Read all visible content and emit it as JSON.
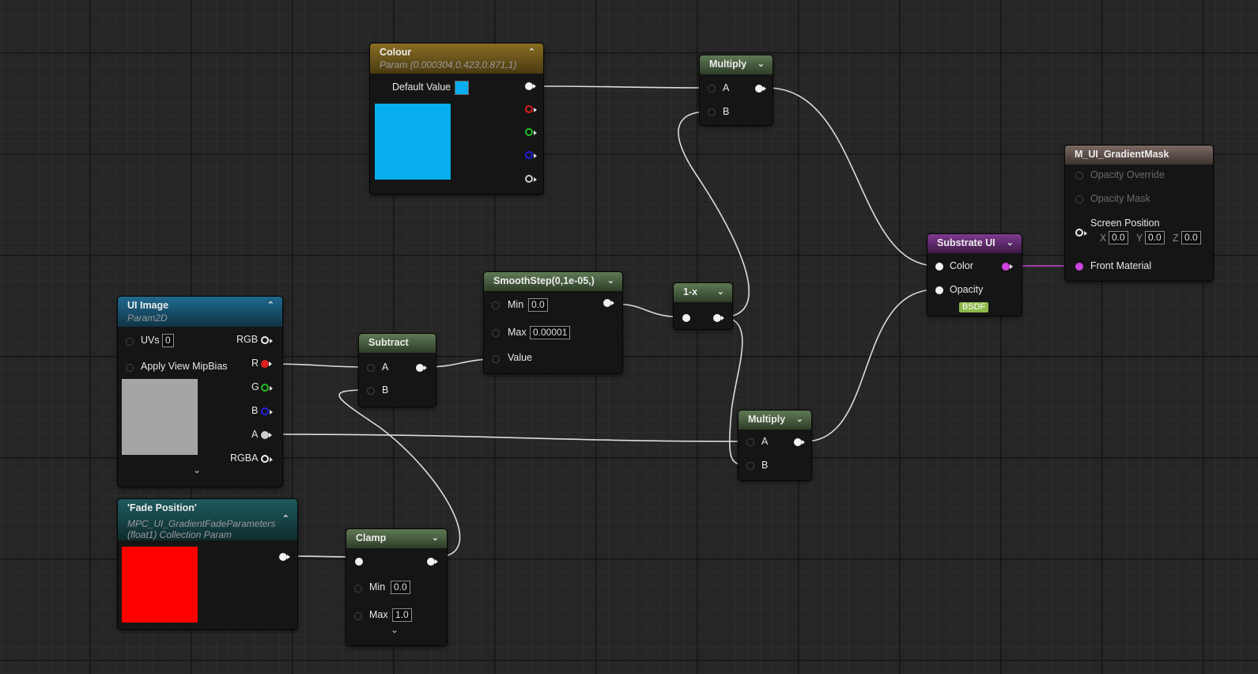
{
  "colors": {
    "colour_param": "#08AEEF",
    "ui_image_preview": "#A5A5A5",
    "fade_preview": "#FF0000",
    "front_material_pin": "#CC44DD",
    "bsdf_badge": "#8DB84A"
  },
  "nodes": {
    "colour": {
      "title": "Colour",
      "subtitle": "Param (0.000304,0.423,0.871,1)",
      "default_value_label": "Default Value"
    },
    "multiply_top": {
      "title": "Multiply",
      "pin_a": "A",
      "pin_b": "B"
    },
    "smoothstep": {
      "title": "SmoothStep(0,1e-05,)",
      "min_label": "Min",
      "min_value": "0.0",
      "max_label": "Max",
      "max_value": "0.00001",
      "value_label": "Value"
    },
    "one_minus_x": {
      "title": "1-x"
    },
    "substrate_ui": {
      "title": "Substrate UI",
      "color_label": "Color",
      "opacity_label": "Opacity",
      "badge": "BSDF"
    },
    "output": {
      "title": "M_UI_GradientMask",
      "opacity_override": "Opacity Override",
      "opacity_mask": "Opacity Mask",
      "screen_position": "Screen Position",
      "x_label": "X",
      "x_value": "0.0",
      "y_label": "Y",
      "y_value": "0.0",
      "z_label": "Z",
      "z_value": "0.0",
      "front_material": "Front Material"
    },
    "ui_image": {
      "title": "UI Image",
      "subtitle": "Param2D",
      "uvs_label": "UVs",
      "uvs_value": "0",
      "mipbias_label": "Apply View MipBias",
      "out_rgb": "RGB",
      "out_r": "R",
      "out_g": "G",
      "out_b": "B",
      "out_a": "A",
      "out_rgba": "RGBA"
    },
    "subtract": {
      "title": "Subtract",
      "pin_a": "A",
      "pin_b": "B"
    },
    "multiply_bottom": {
      "title": "Multiply",
      "pin_a": "A",
      "pin_b": "B"
    },
    "fade_position": {
      "title": "'Fade Position'",
      "subtitle_line1": "MPC_UI_GradientFadeParameters",
      "subtitle_line2": "(float1) Collection Param"
    },
    "clamp": {
      "title": "Clamp",
      "min_label": "Min",
      "min_value": "0.0",
      "max_label": "Max",
      "max_value": "1.0"
    }
  }
}
